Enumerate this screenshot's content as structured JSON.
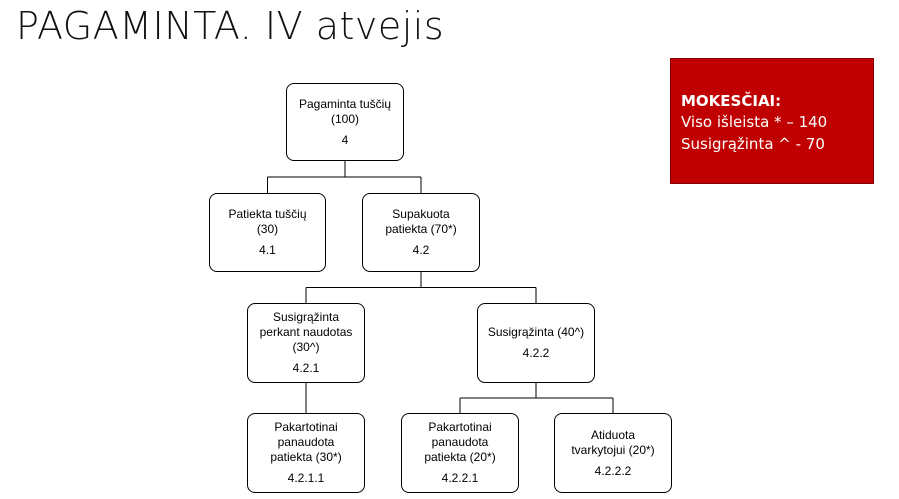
{
  "title": "PAGAMINTA. IV atvejis",
  "taxes": {
    "title": "MOKESČIAI:",
    "line1": "Viso išleista * – 140",
    "line2": "Susigrąžinta ^ - 70",
    "background_color": "#c00000"
  },
  "nodes": [
    {
      "id": "4",
      "label": "Pagaminta tuščių\n(100)",
      "code": "4"
    },
    {
      "id": "4.1",
      "label": "Patiekta tuščių\n(30)",
      "code": "4.1"
    },
    {
      "id": "4.2",
      "label": "Supakuota\npatiekta (70*)",
      "code": "4.2"
    },
    {
      "id": "4.2.1",
      "label": "Susigrąžinta\nperkant naudotas\n(30^)",
      "code": "4.2.1"
    },
    {
      "id": "4.2.2",
      "label": "Susigrąžinta (40^)",
      "code": "4.2.2"
    },
    {
      "id": "4.2.1.1",
      "label": "Pakartotinai\npanaudota\npatiekta (30*)",
      "code": "4.2.1.1"
    },
    {
      "id": "4.2.2.1",
      "label": "Pakartotinai\npanaudota\npatiekta (20*)",
      "code": "4.2.2.1"
    },
    {
      "id": "4.2.2.2",
      "label": "Atiduota\ntvarkytojui (20*)",
      "code": "4.2.2.2"
    }
  ],
  "edges": [
    {
      "from": "4",
      "to": "4.1"
    },
    {
      "from": "4",
      "to": "4.2"
    },
    {
      "from": "4.2",
      "to": "4.2.1"
    },
    {
      "from": "4.2",
      "to": "4.2.2"
    },
    {
      "from": "4.2.1",
      "to": "4.2.1.1"
    },
    {
      "from": "4.2.2",
      "to": "4.2.2.1"
    },
    {
      "from": "4.2.2",
      "to": "4.2.2.2"
    }
  ]
}
